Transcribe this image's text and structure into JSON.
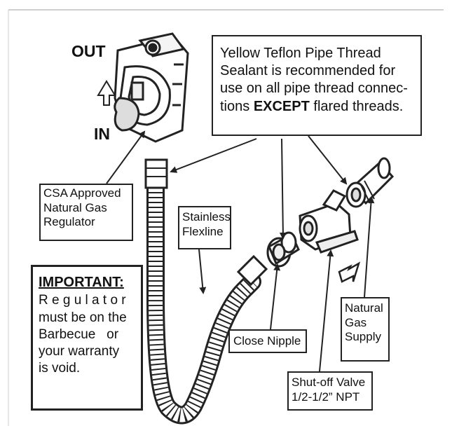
{
  "diagram": {
    "out_label": "OUT",
    "in_label": "IN",
    "sealant_note": {
      "lines": [
        "Yellow Teflon Pipe Thread",
        "Sealant is recommended for",
        "use on all pipe thread connec-"
      ],
      "last_before": "tions ",
      "last_bold": "EXCEPT",
      "last_after": " flared threads."
    },
    "regulator_label": [
      "CSA Approved",
      "Natural Gas",
      "Regulator"
    ],
    "flexline_label": [
      "Stainless",
      "Flexline"
    ],
    "important": {
      "title": "IMPORTANT:",
      "lines": [
        "R e g u l a t o r",
        "must be on the",
        "Barbecue   or",
        "your warranty",
        "is void."
      ]
    },
    "nipple_label": "Close Nipple",
    "supply_label": [
      "Natural",
      "Gas",
      "Supply"
    ],
    "valve_label": [
      "Shut-off Valve",
      "1/2-1/2” NPT"
    ]
  }
}
